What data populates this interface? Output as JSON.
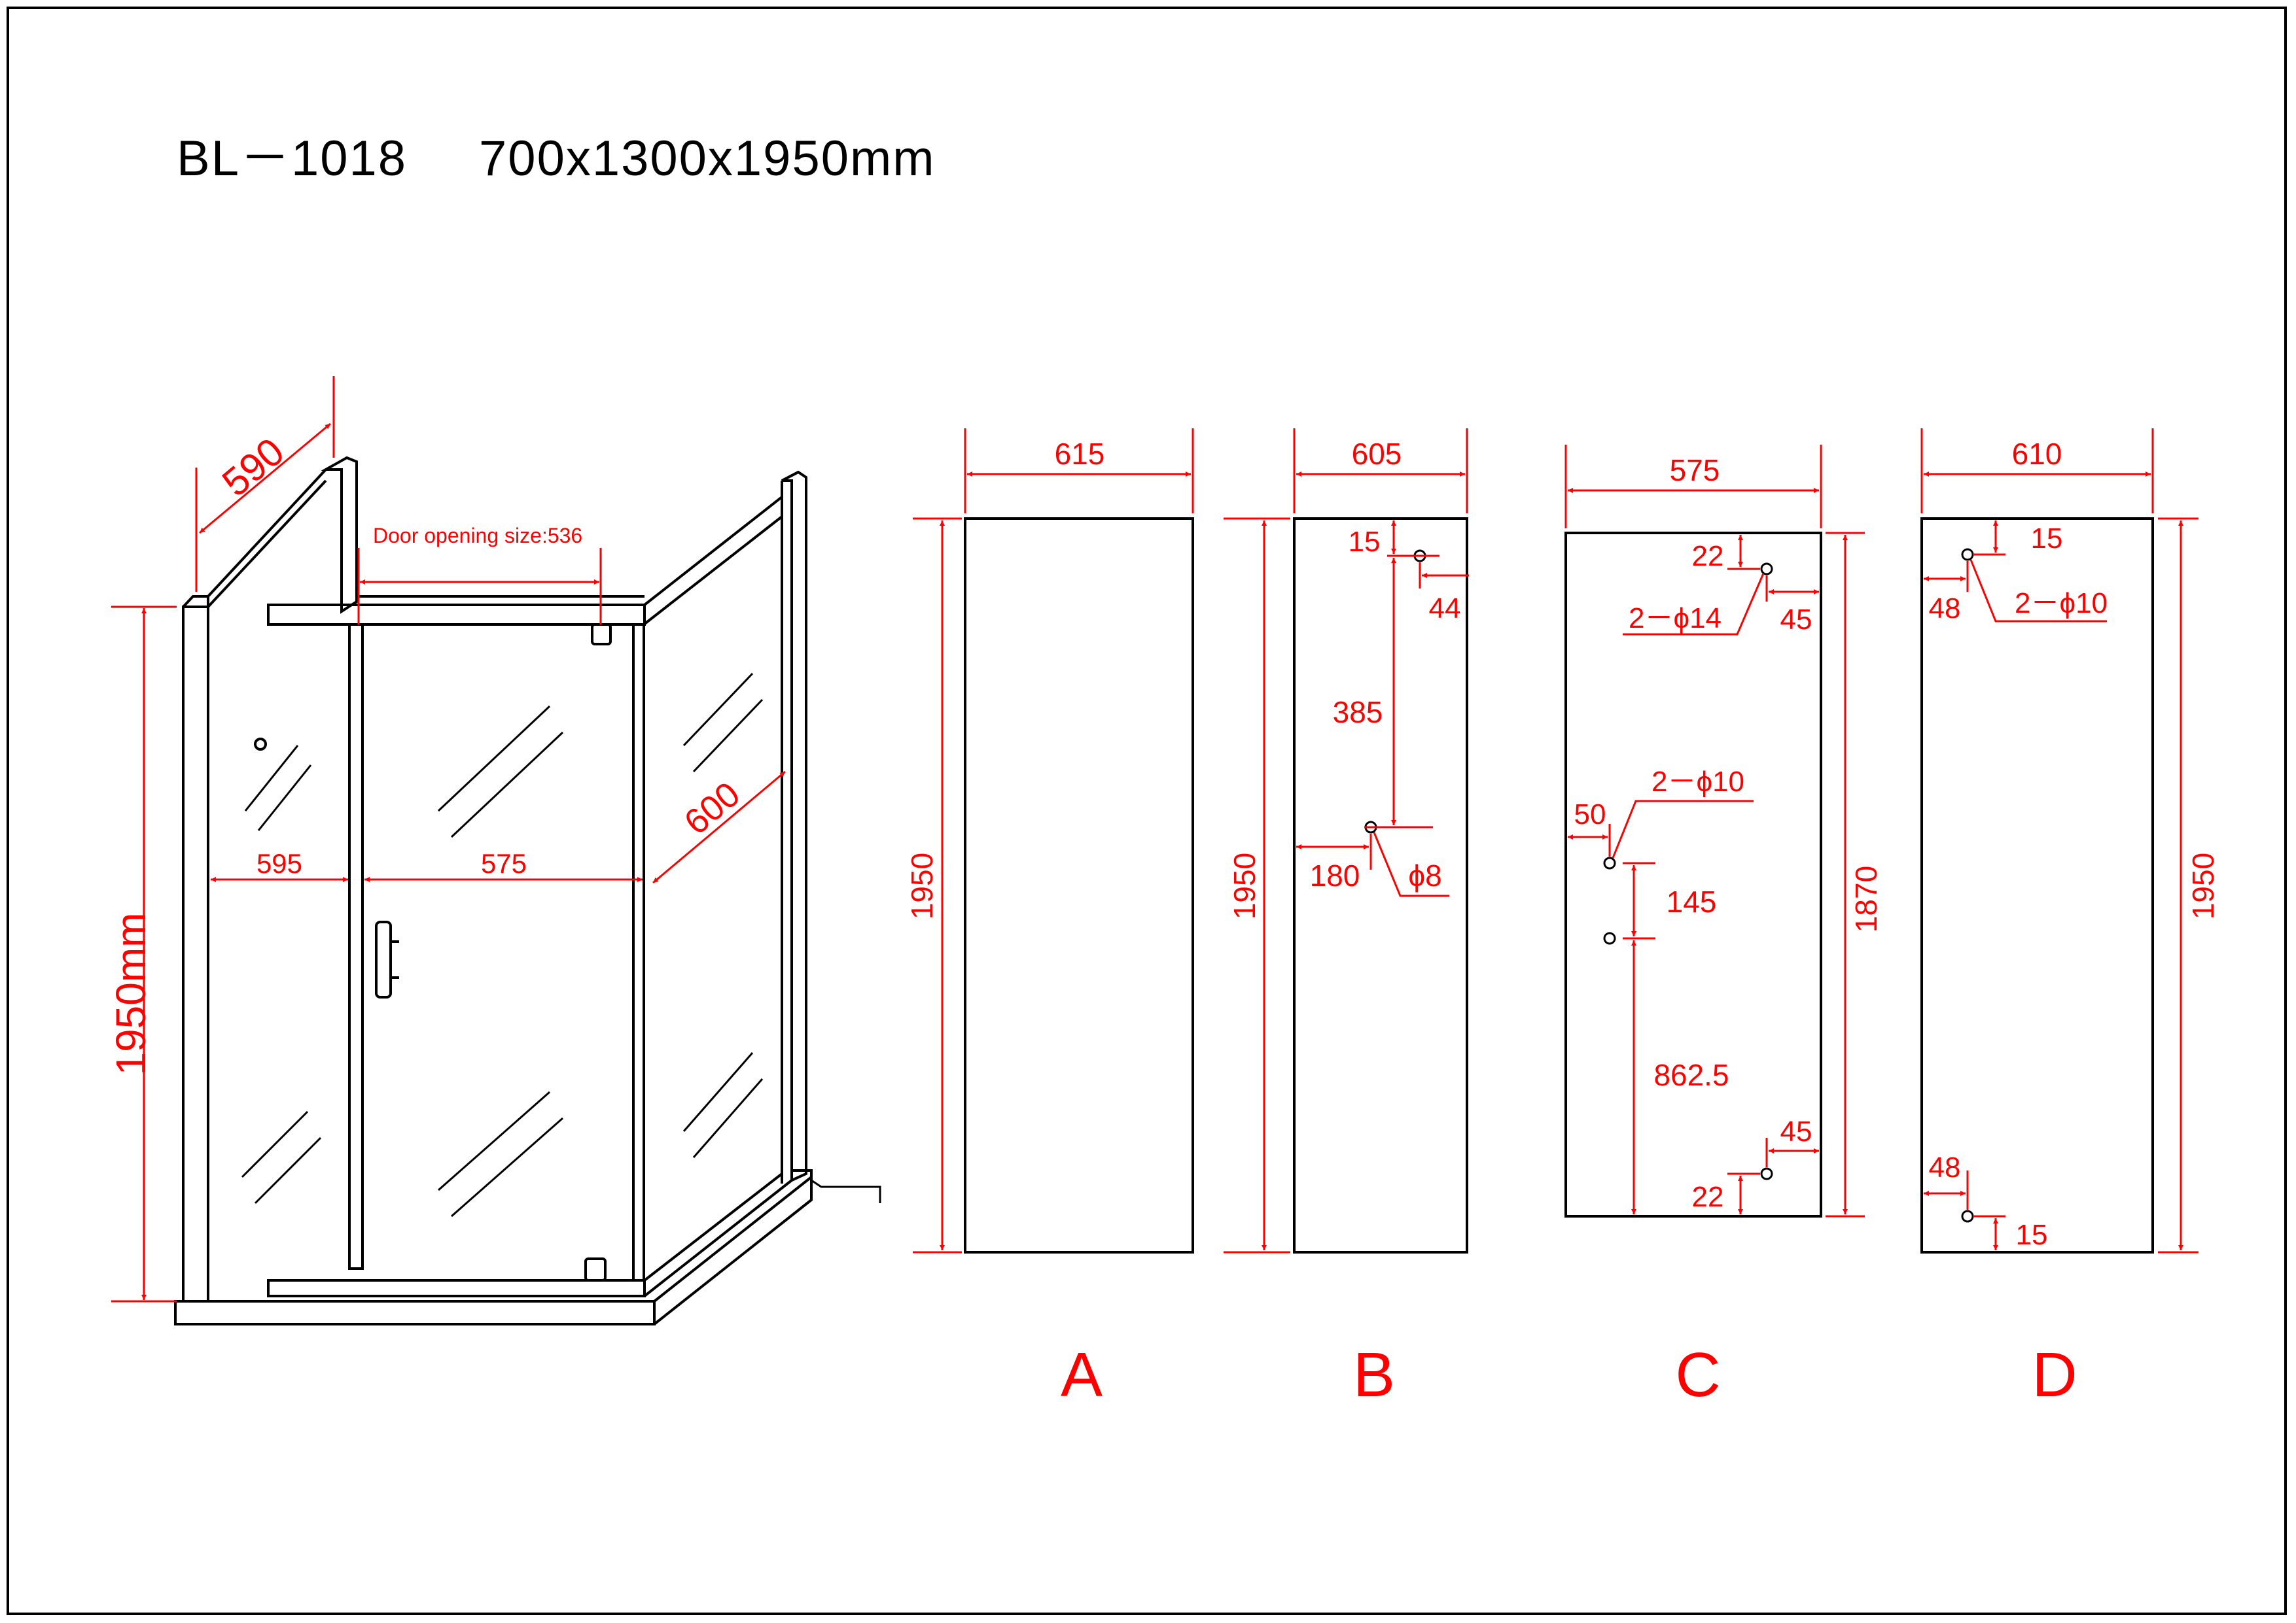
{
  "title": {
    "model": "BL－1018",
    "size": "700x1300x1950mm"
  },
  "overview": {
    "height": "1950mm",
    "top_depth": "590",
    "door_opening": "Door opening size:536",
    "side_depth": "600",
    "fixed_width": "595",
    "door_width": "575"
  },
  "panels": {
    "A": {
      "label": "A",
      "width": "615",
      "height": "1950"
    },
    "B": {
      "label": "B",
      "width": "605",
      "height": "1950",
      "d15": "15",
      "d44": "44",
      "d385": "385",
      "d180": "180",
      "hole": "ϕ8"
    },
    "C": {
      "label": "C",
      "width": "575",
      "height": "1870",
      "d22a": "22",
      "hole14": "2－ϕ14",
      "d45a": "45",
      "hole10": "2－ϕ10",
      "d50": "50",
      "d145": "145",
      "d862": "862.5",
      "d45b": "45",
      "d22b": "22"
    },
    "D": {
      "label": "D",
      "width": "610",
      "height": "1950",
      "d15a": "15",
      "hole10": "2－ϕ10",
      "d48a": "48",
      "d48b": "48",
      "d15b": "15"
    }
  },
  "colors": {
    "dimension": "#ff0000",
    "outline": "#000000"
  }
}
